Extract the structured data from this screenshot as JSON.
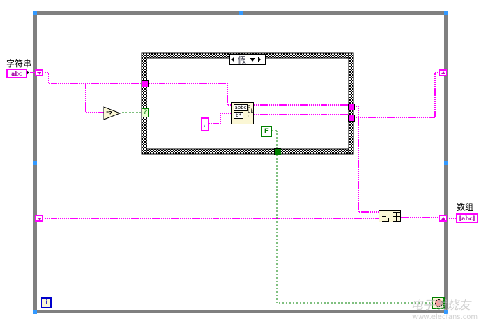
{
  "diagram": {
    "type": "LabVIEW block diagram",
    "while_loop": {
      "iteration_terminal": "i",
      "stop_condition_constant": "F"
    },
    "case_structure": {
      "selector_value": "假",
      "selector_terminal": "?"
    },
    "controls": [
      {
        "label": "字符串",
        "type": "abc",
        "kind": "string control"
      }
    ],
    "indicators": [
      {
        "label": "数组",
        "type": "[abc]",
        "kind": "string array indicator"
      }
    ],
    "nodes": [
      {
        "name": "empty-string-compare",
        "glyph": "\"\"?"
      },
      {
        "name": "match-pattern",
        "glyph": "abbc / b*"
      },
      {
        "name": "build-array",
        "glyph": "build array"
      },
      {
        "name": "string-constant",
        "glyph": ","
      }
    ],
    "colors": {
      "string_wire": "#ff00ff",
      "boolean_wire": "#008000",
      "loop_border": "#808080",
      "handle": "#3399ff",
      "node_fill": "#fbf7d5",
      "iteration_terminal": "#0000cc"
    }
  },
  "watermark": {
    "text": "电子发烧友",
    "url_text": "www.elecfans.com"
  }
}
